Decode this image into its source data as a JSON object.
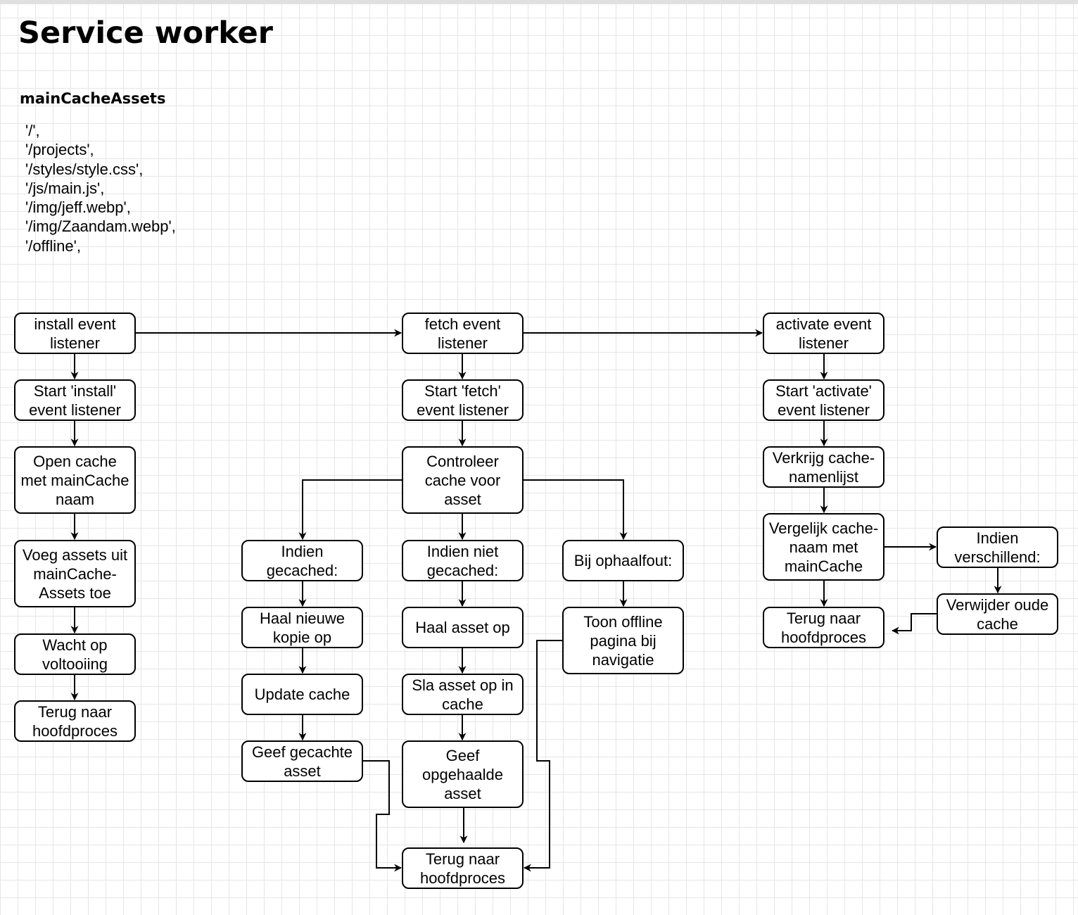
{
  "title": "Service worker",
  "assets": {
    "heading": "mainCacheAssets",
    "items": [
      "'/',",
      "'/projects',",
      "'/styles/style.css',",
      "'/js/main.js',",
      "'/img/jeff.webp',",
      "'/img/Zaandam.webp',",
      "'/offline',"
    ]
  },
  "nodes": {
    "install_listener": "install event\nlistener",
    "install_start": "Start 'install'\nevent listener",
    "install_open": "Open cache\nmet mainCache\nnaam",
    "install_add": "Voeg assets uit\nmainCache-\nAssets toe",
    "install_wait": "Wacht op\nvoltooiing",
    "install_return": "Terug naar\nhoofdproces",
    "fetch_listener": "fetch event\nlistener",
    "fetch_start": "Start 'fetch'\nevent listener",
    "fetch_check": "Controleer\ncache voor\nasset",
    "fetch_cached": "Indien\ngecached:",
    "fetch_new_copy": "Haal nieuwe\nkopie op",
    "fetch_update": "Update cache",
    "fetch_give_cached": "Geef gecachte\nasset",
    "fetch_not_cached": "Indien niet\ngecached:",
    "fetch_get_asset": "Haal asset op",
    "fetch_store": "Sla asset op in\ncache",
    "fetch_give_fetched": "Geef\nopgehaalde\nasset",
    "fetch_error": "Bij ophaalfout:",
    "fetch_offline": "Toon offline\npagina bij\nnavigatie",
    "fetch_return": "Terug naar\nhoofdproces",
    "activate_listener": "activate event\nlistener",
    "activate_start": "Start 'activate'\nevent listener",
    "activate_list": "Verkrijg cache-\nnamenlijst",
    "activate_compare": "Vergelijk cache-\nnaam met\nmainCache",
    "activate_return": "Terug naar\nhoofdproces",
    "activate_different": "Indien\nverschillend:",
    "activate_delete": "Verwijder oude\ncache"
  }
}
